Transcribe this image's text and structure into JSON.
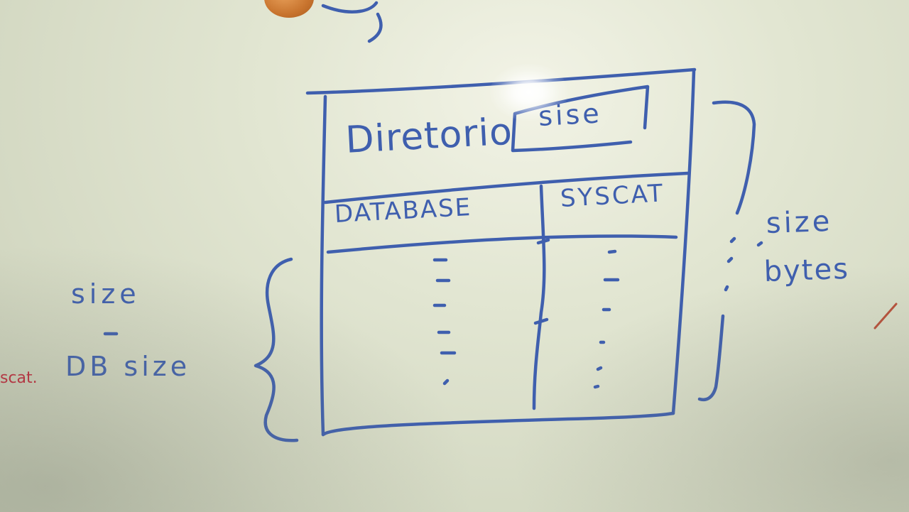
{
  "diagram": {
    "title": "Diretorio",
    "title_box_label": "sise",
    "columns": [
      "DATABASE",
      "SYSCAT"
    ],
    "right_annotation": {
      "line1": "size",
      "line2": "bytes"
    },
    "left_annotation": {
      "line1": "size",
      "line2_prefix": "scat.",
      "line2": "DB size"
    }
  },
  "colors": {
    "ink_blue": "#3f5fae",
    "ink_red": "#c0283a",
    "board": "#e2e6d2"
  }
}
